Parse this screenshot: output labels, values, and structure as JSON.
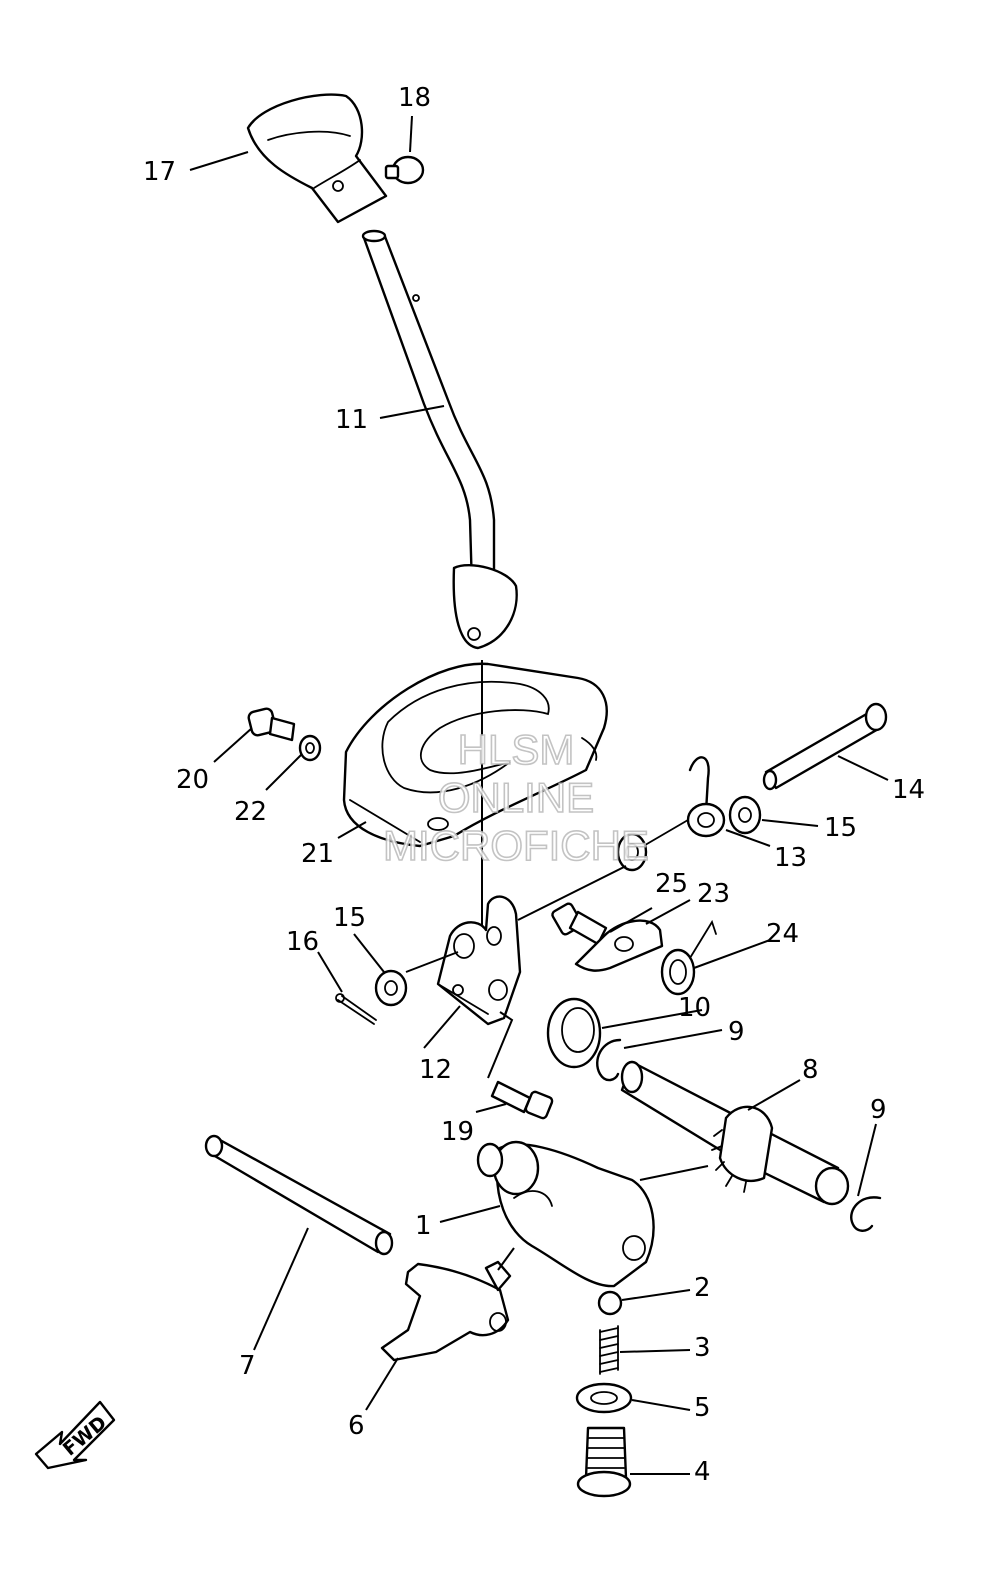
{
  "callouts": {
    "c1": "1",
    "c2": "2",
    "c3": "3",
    "c4": "4",
    "c5": "5",
    "c6": "6",
    "c7": "7",
    "c8": "8",
    "c9a": "9",
    "c9b": "9",
    "c10": "10",
    "c11": "11",
    "c12": "12",
    "c13": "13",
    "c14": "14",
    "c15a": "15",
    "c15b": "15",
    "c16": "16",
    "c17": "17",
    "c18": "18",
    "c19": "19",
    "c20": "20",
    "c21": "21",
    "c22": "22",
    "c23": "23",
    "c24": "24",
    "c25": "25"
  },
  "watermark": {
    "line1": "HLSM",
    "line2": "ONLINE",
    "line3": "MICROFICHE"
  },
  "direction_arrow": {
    "label": "FWD"
  }
}
